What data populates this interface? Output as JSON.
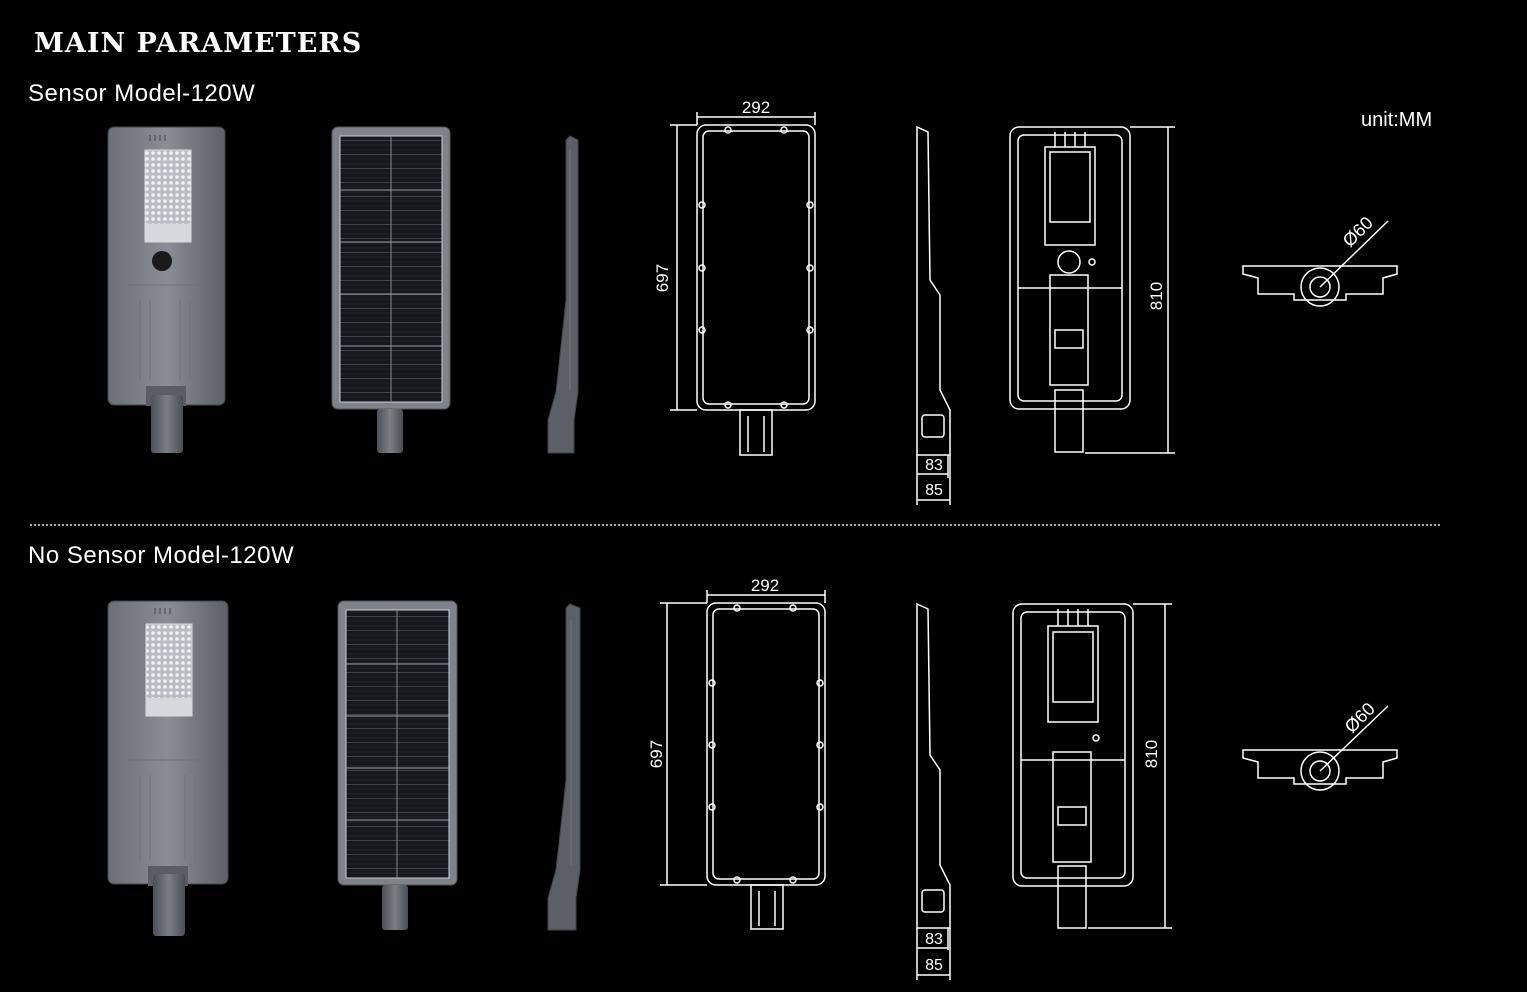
{
  "header": {
    "title": "MAIN PARAMETERS",
    "unit": "unit:MM"
  },
  "models": [
    {
      "name": "Sensor Model-120W",
      "dimensions": {
        "width": "292",
        "height": "697",
        "total_length": "810",
        "depth_inner": "83",
        "depth_outer": "85",
        "pole_diameter": "Ø60"
      }
    },
    {
      "name": "No Sensor Model-120W",
      "dimensions": {
        "width": "292",
        "height": "697",
        "total_length": "810",
        "depth_inner": "83",
        "depth_outer": "85",
        "pole_diameter": "Ø60"
      }
    }
  ]
}
